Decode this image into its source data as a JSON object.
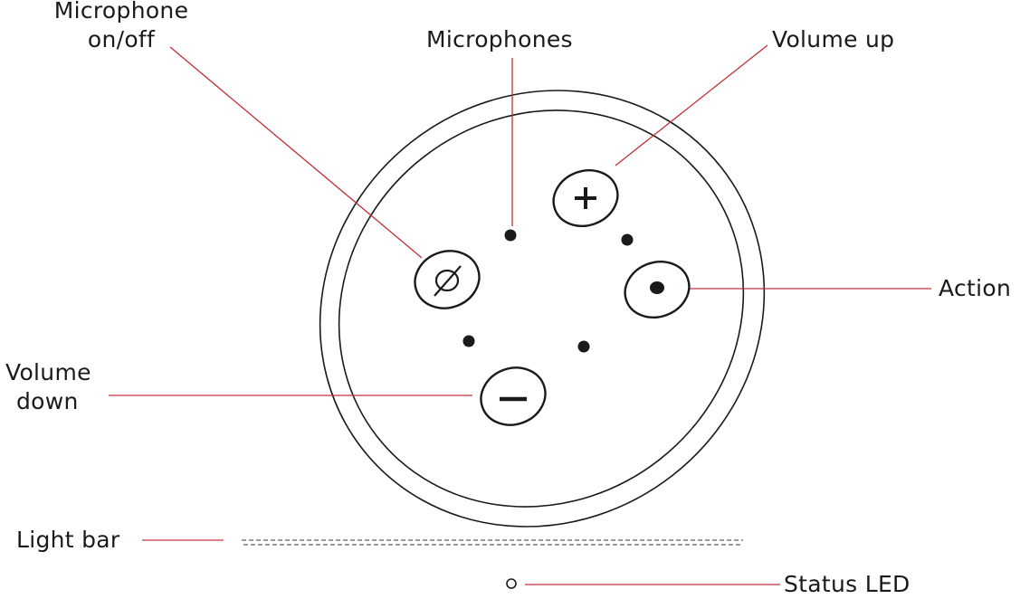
{
  "labels": {
    "mic_onoff_line1": "Microphone",
    "mic_onoff_line2": "on/off",
    "microphones": "Microphones",
    "volume_up": "Volume up",
    "action": "Action",
    "volume_down_line1": "Volume",
    "volume_down_line2": "down",
    "light_bar": "Light bar",
    "status_led": "Status LED"
  },
  "colors": {
    "leader_line": "#c0303a",
    "outline": "#1a1a1a",
    "light_bar": "#9a9a9a"
  },
  "icons": {
    "volume_up": "plus-icon",
    "volume_down": "minus-icon",
    "mic_onoff": "mic-off-icon",
    "action": "dot-icon"
  }
}
